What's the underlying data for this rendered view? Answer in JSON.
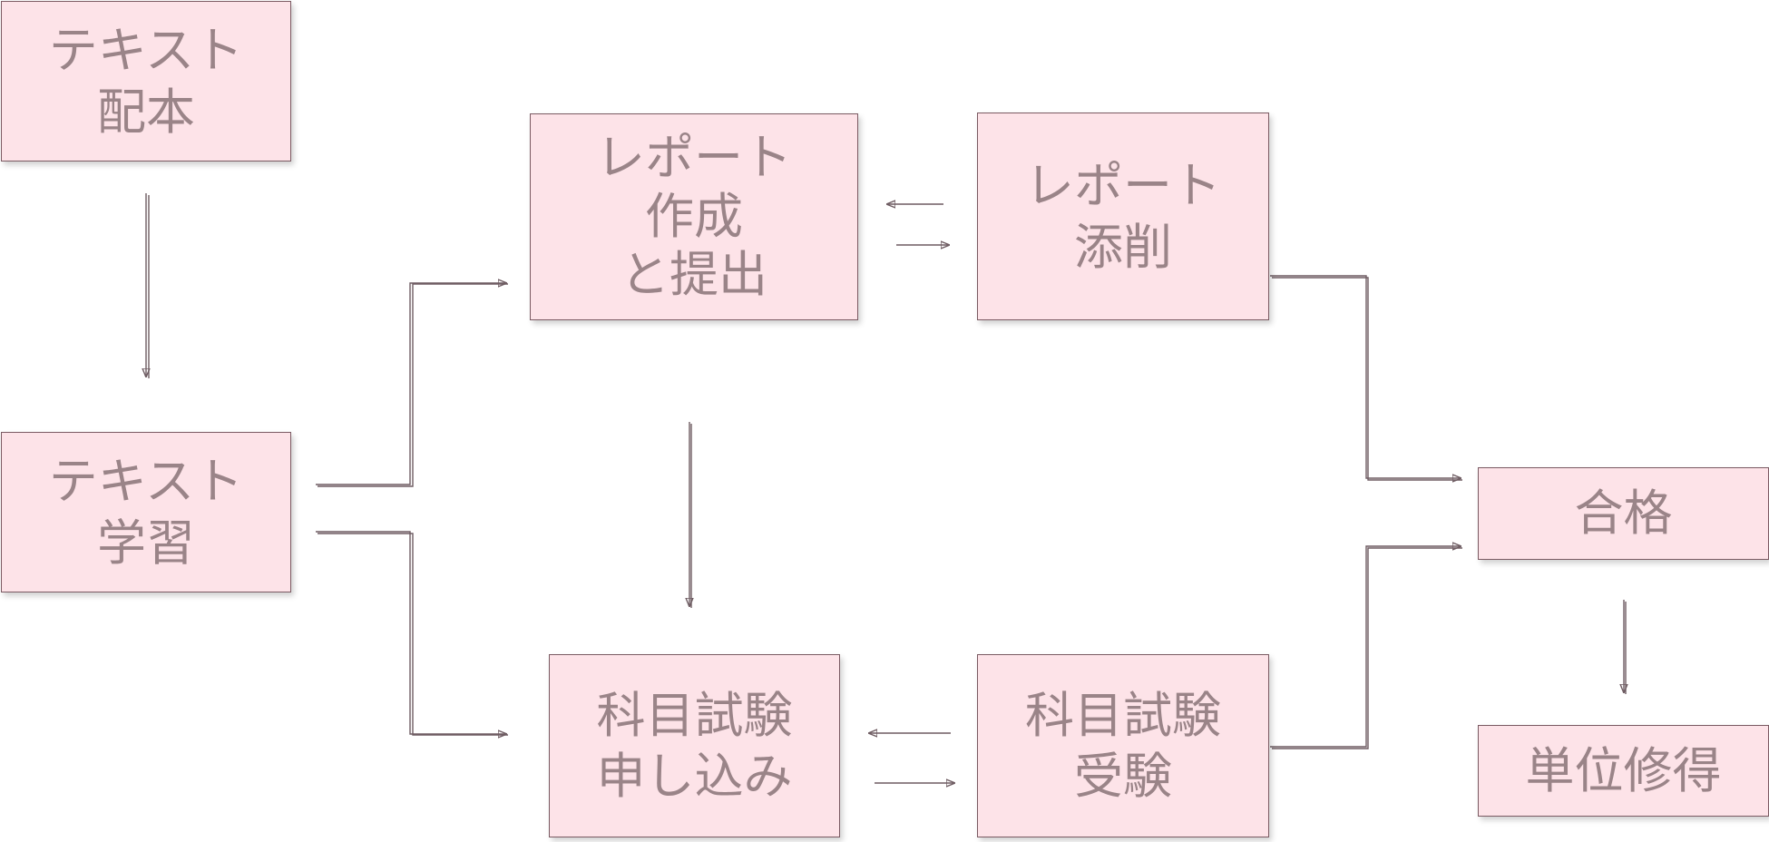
{
  "nodes": {
    "text_delivery": {
      "line1": "テキスト",
      "line2": "配本"
    },
    "text_study": {
      "line1": "テキスト",
      "line2": "学習"
    },
    "report_create": {
      "line1": "レポート",
      "line2": "作成",
      "line3": "と提出"
    },
    "report_correction": {
      "line1": "レポート",
      "line2": "添削"
    },
    "exam_apply": {
      "line1": "科目試験",
      "line2": "申し込み"
    },
    "exam_take": {
      "line1": "科目試験",
      "line2": "受験"
    },
    "pass": {
      "line1": "合格"
    },
    "credit": {
      "line1": "単位修得"
    }
  },
  "colors": {
    "box_fill": "#fde3e8",
    "box_border": "#7a5a62",
    "text": "#9a8488",
    "connector": "#6e5c62"
  }
}
